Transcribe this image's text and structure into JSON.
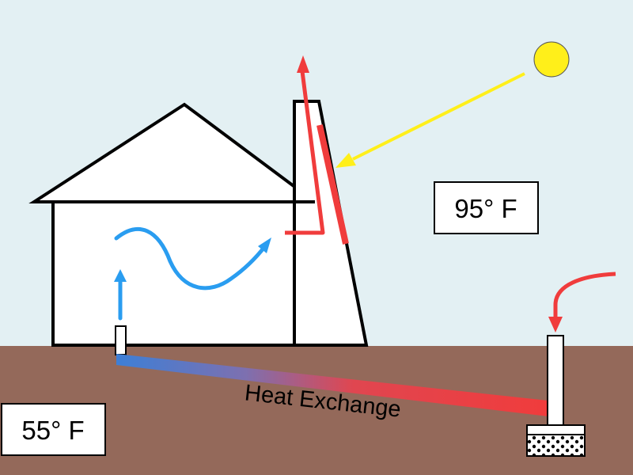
{
  "outside_temperature": "95° F",
  "ground_temperature": "55° F",
  "tube_label": "Heat Exchange",
  "colors": {
    "sky": "#e3f0f3",
    "ground": "#94695a",
    "hot": "#f03c3c",
    "cool": "#2a9df0",
    "sun": "#ffef1a",
    "outline": "#000000"
  }
}
